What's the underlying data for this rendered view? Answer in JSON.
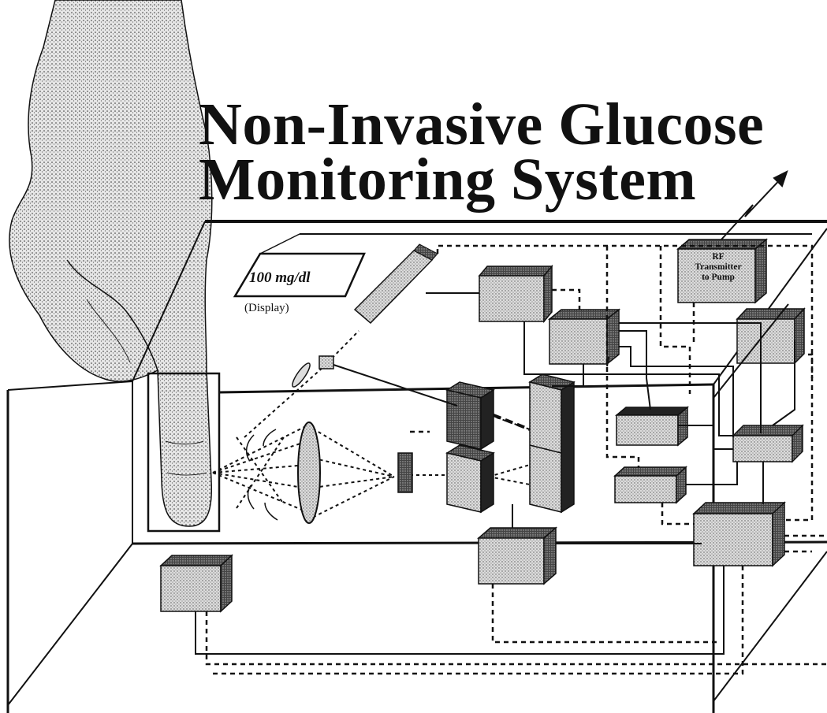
{
  "title": {
    "line1": "Non-Invasive Glucose",
    "line2": "Monitoring System"
  },
  "display": {
    "value": "100 mg/dl",
    "caption": "(Display)"
  },
  "rf_transmitter": {
    "line1": "RF",
    "line2": "Transmitter",
    "line3": "to Pump"
  },
  "colors": {
    "ink": "#111111",
    "stipple_fill": "#cfcfcf",
    "dark_face": "#555555",
    "background": "#ffffff"
  }
}
